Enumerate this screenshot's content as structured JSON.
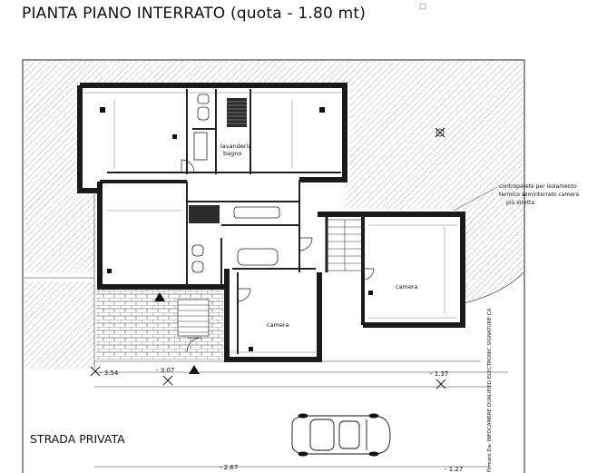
{
  "header": {
    "title": "PIANTA PIANO INTERRATO (quota - 1.80 mt)"
  },
  "rooms": {
    "laundry_line1": "lavanderia",
    "laundry_line2": "bagno",
    "bedroom_right": "camera",
    "bedroom_bottom": "camera"
  },
  "annotations": {
    "wall_note_line1": "controparete per isolamento",
    "wall_note_line2": "termico seminterrato camera",
    "wall_note_line3": "più stretta"
  },
  "street": {
    "label": "STRADA PRIVATA"
  },
  "levels": {
    "l1": "- 3.54",
    "l2": "- 3.07",
    "l3": "- 1.37",
    "l4": "- 2.67",
    "l5": "- 1.27"
  },
  "watermark": {
    "side_text": "Firmato Da: INFOCAMERE QUALIFIED ELECTRONIC SIGNATURE CA"
  },
  "colors": {
    "wall": "#1a1a1a",
    "hatch": "#8a8a8a",
    "line": "#222222"
  }
}
